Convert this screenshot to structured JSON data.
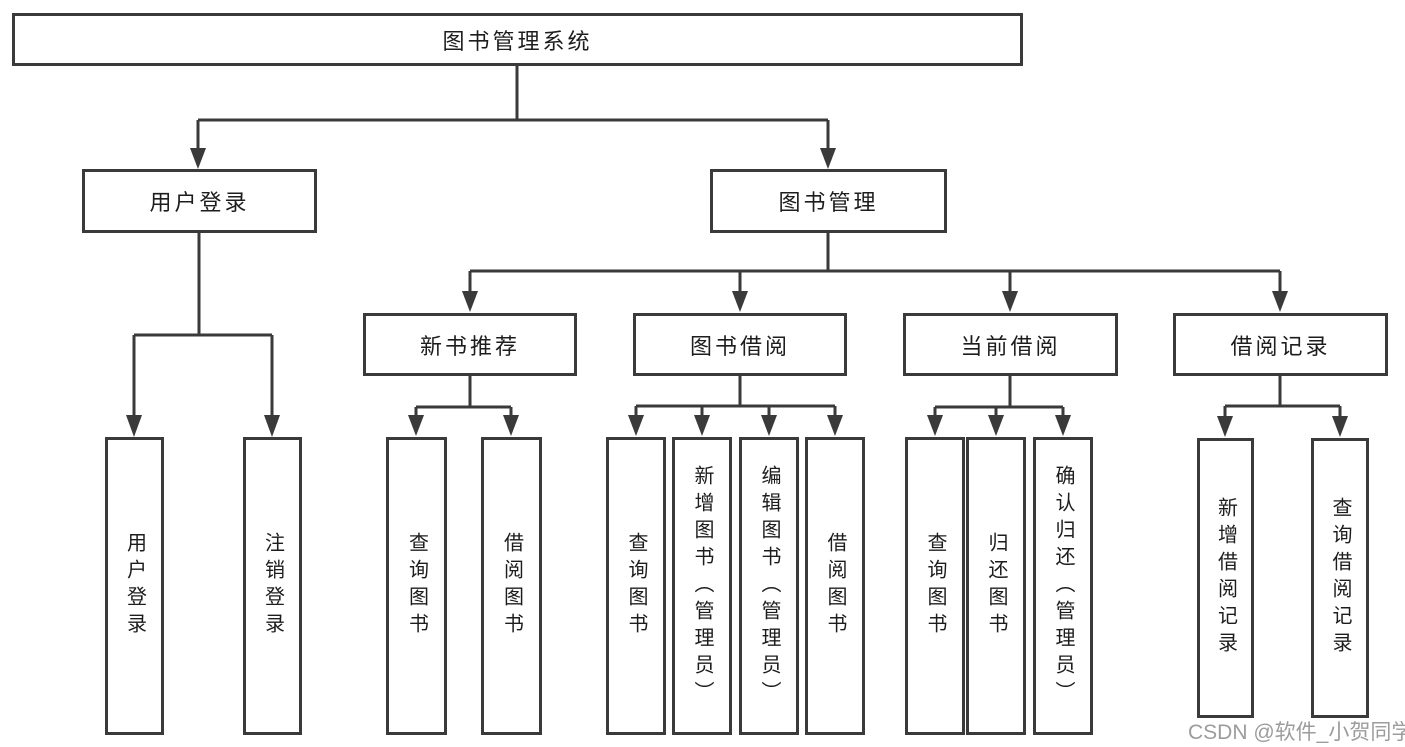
{
  "diagram": {
    "root": {
      "label": "图书管理系统"
    },
    "level2": [
      {
        "label": "用户登录"
      },
      {
        "label": "图书管理"
      }
    ],
    "level3": [
      {
        "label": "新书推荐",
        "parent": "图书管理"
      },
      {
        "label": "图书借阅",
        "parent": "图书管理"
      },
      {
        "label": "当前借阅",
        "parent": "图书管理"
      },
      {
        "label": "借阅记录",
        "parent": "图书管理"
      }
    ],
    "leaves": [
      {
        "label": "用户登录",
        "parent": "用户登录"
      },
      {
        "label": "注销登录",
        "parent": "用户登录"
      },
      {
        "label": "查询图书",
        "parent": "新书推荐"
      },
      {
        "label": "借阅图书",
        "parent": "新书推荐"
      },
      {
        "label": "查询图书",
        "parent": "图书借阅"
      },
      {
        "label": "新增图书（管理员）",
        "parent": "图书借阅"
      },
      {
        "label": "编辑图书（管理员）",
        "parent": "图书借阅"
      },
      {
        "label": "借阅图书",
        "parent": "图书借阅"
      },
      {
        "label": "查询图书",
        "parent": "当前借阅"
      },
      {
        "label": "归还图书",
        "parent": "当前借阅"
      },
      {
        "label": "确认归还（管理员）",
        "parent": "当前借阅"
      },
      {
        "label": "新增借阅记录",
        "parent": "借阅记录"
      },
      {
        "label": "查询借阅记录",
        "parent": "借阅记录"
      }
    ],
    "colors": {
      "line": "#3a3a3a",
      "text": "#1d1d1d",
      "background": "#ffffff",
      "watermark": "#9c9c9c"
    }
  },
  "watermark": {
    "text": "CSDN @软件_小贺同学"
  }
}
